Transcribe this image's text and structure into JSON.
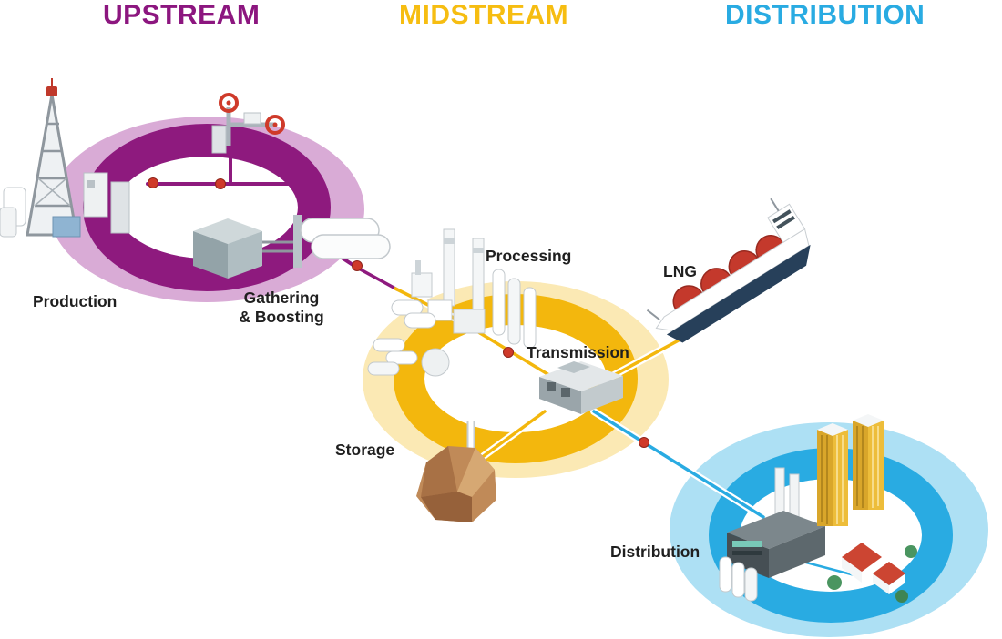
{
  "diagram": {
    "stages": [
      {
        "id": "upstream",
        "label": "UPSTREAM",
        "color": "#8c167f"
      },
      {
        "id": "midstream",
        "label": "MIDSTREAM",
        "color": "#f6bd11"
      },
      {
        "id": "distribution",
        "label": "DISTRIBUTION",
        "color": "#29abe2"
      }
    ],
    "nodes": {
      "production": {
        "label": "Production"
      },
      "gathering": {
        "line1": "Gathering",
        "line2": "& Boosting"
      },
      "processing": {
        "label": "Processing"
      },
      "transmission": {
        "label": "Transmission"
      },
      "storage": {
        "label": "Storage"
      },
      "lng": {
        "label": "LNG"
      },
      "distribution": {
        "label": "Distribution"
      }
    },
    "colors": {
      "upstream_ring": "#8e1a7e",
      "upstream_zone": "#d9abd6",
      "midstream_ring": "#f3b70d",
      "midstream_zone": "#fbe9b4",
      "distribution_ring": "#29abe2",
      "distribution_zone": "#ade0f4",
      "valve": "#cf3a2a"
    }
  }
}
